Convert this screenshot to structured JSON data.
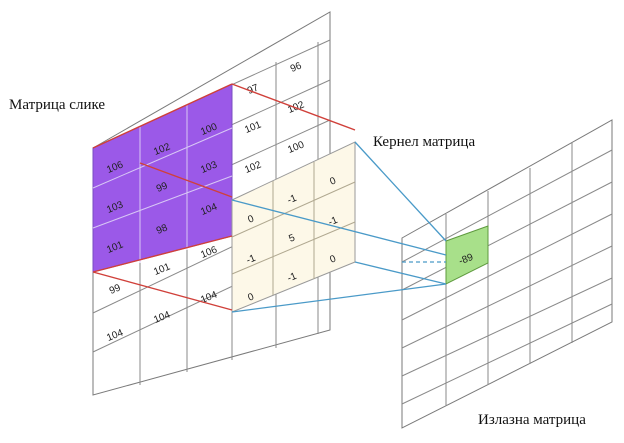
{
  "labels": {
    "image_matrix": "Матрица слике",
    "kernel_matrix": "Кернел матрица",
    "output_matrix": "Излазна матрица"
  },
  "image_matrix": {
    "rows": [
      [
        "",
        "",
        "",
        "97",
        "96"
      ],
      [
        "106",
        "102",
        "100",
        "101",
        "102"
      ],
      [
        "103",
        "99",
        "103",
        "102",
        "100"
      ],
      [
        "101",
        "98",
        "104",
        "",
        ""
      ],
      [
        "99",
        "101",
        "106",
        "",
        ""
      ],
      [
        "104",
        "104",
        "104",
        "",
        ""
      ]
    ],
    "highlight_color": "#9b59e8"
  },
  "kernel_matrix": {
    "rows": [
      [
        "0",
        "-1",
        "0"
      ],
      [
        "-1",
        "5",
        "-1"
      ],
      [
        "0",
        "-1",
        "0"
      ]
    ],
    "fill_color": "#fdf8e8"
  },
  "output_matrix": {
    "value": "-89",
    "highlight_color": "#a8e08a"
  },
  "colors": {
    "red_line": "#d0403a",
    "blue_line": "#4a9ac8",
    "grid_line": "#7a7a7a"
  }
}
